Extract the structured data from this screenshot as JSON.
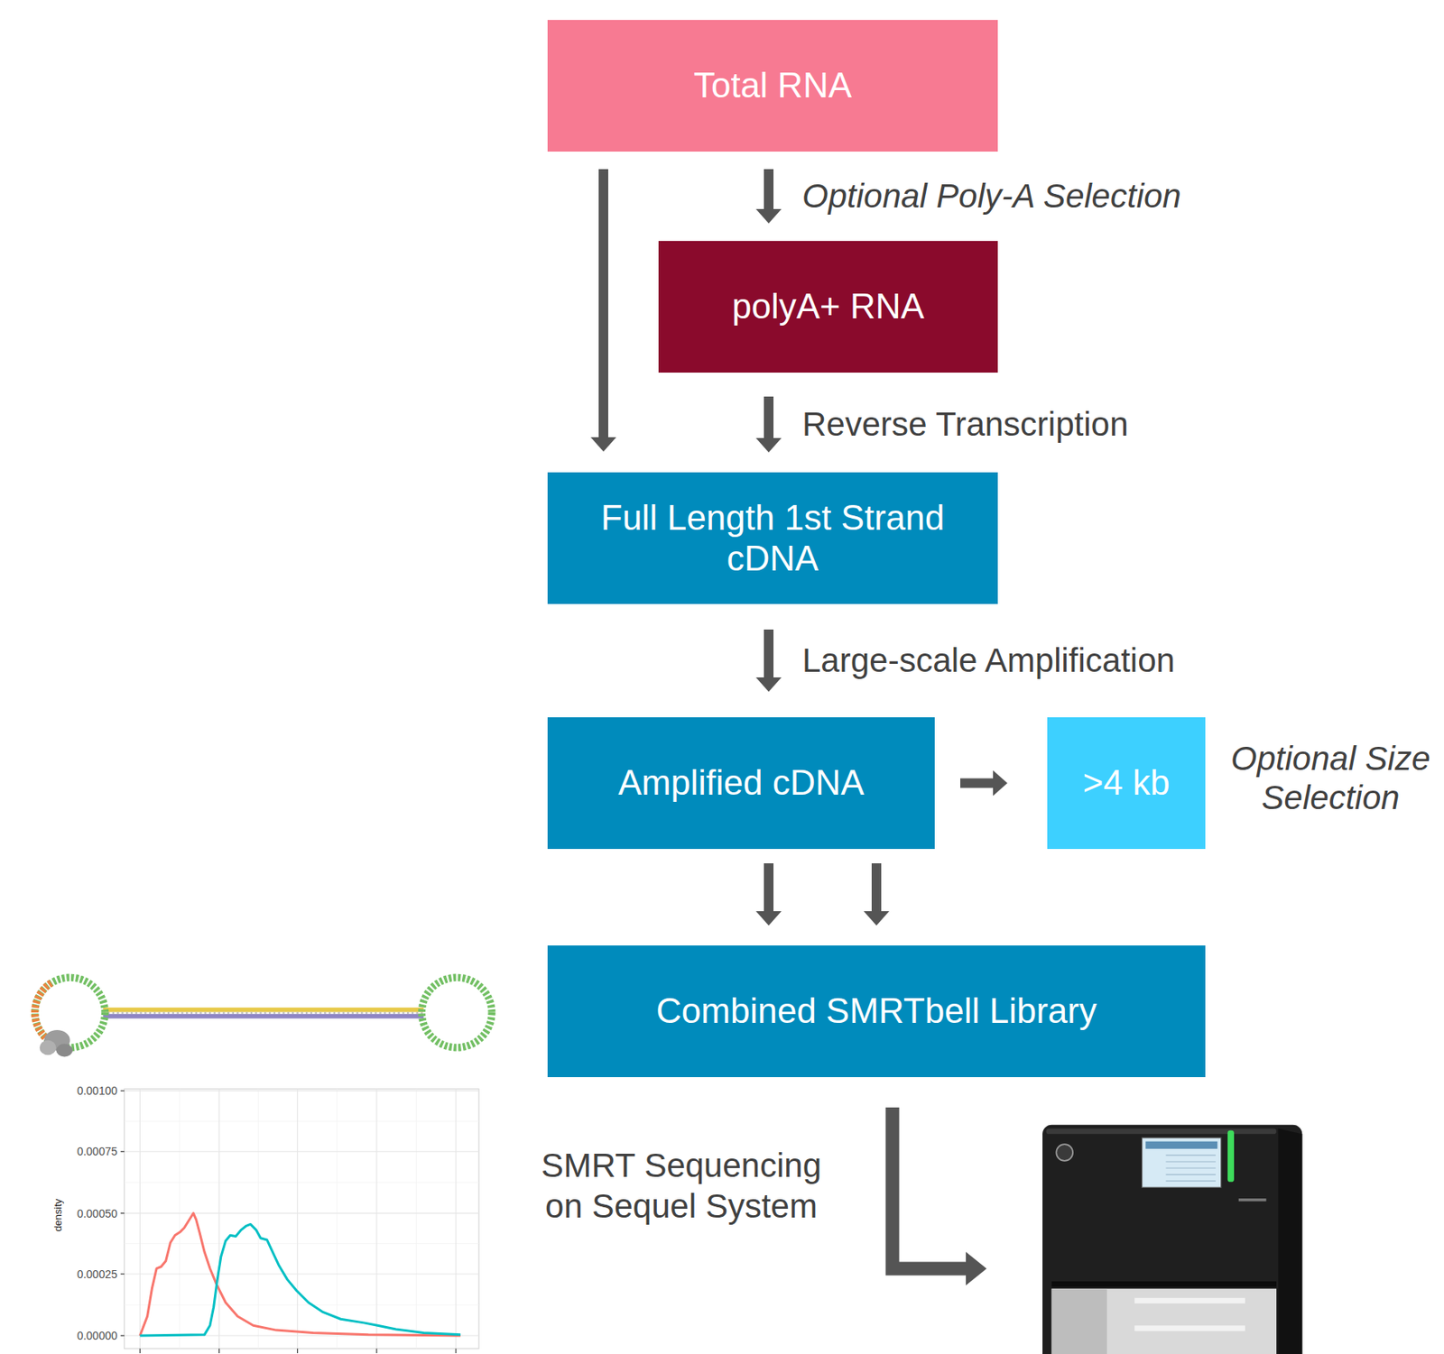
{
  "diagram": {
    "nodes": [
      {
        "text": [
          "Total RNA"
        ]
      },
      {
        "text": [
          "polyA+ RNA"
        ]
      },
      {
        "text": [
          "Full Length 1st Strand cDNA"
        ]
      },
      {
        "text": [
          "Amplified cDNA"
        ]
      },
      {
        "text": [
          ">4 kb"
        ]
      },
      {
        "text": [
          "Combined SMRTbell Library"
        ]
      }
    ],
    "edges": [
      {
        "from": 0,
        "to": 1,
        "label": "Optional Poly-A Selection",
        "arrow": "to"
      },
      {
        "from": 0,
        "to": 2,
        "arrow": "to"
      },
      {
        "from": 1,
        "to": 2,
        "label": "Reverse Transcription",
        "arrow": "to"
      },
      {
        "from": 2,
        "to": 3,
        "label": "Large-scale Amplification",
        "arrow": "to"
      },
      {
        "from": 3,
        "to": 4,
        "arrow": "to"
      },
      {
        "from": 3,
        "to": 5,
        "arrow": "to"
      },
      {
        "from": 4,
        "to": 5,
        "arrow": "to"
      }
    ],
    "labels": [
      "Optional Size Selection",
      "SMRT Sequencing on Sequel System",
      "0.00100",
      "0.00075",
      "0.00050",
      "0.00025",
      "0.00000",
      "density"
    ]
  }
}
